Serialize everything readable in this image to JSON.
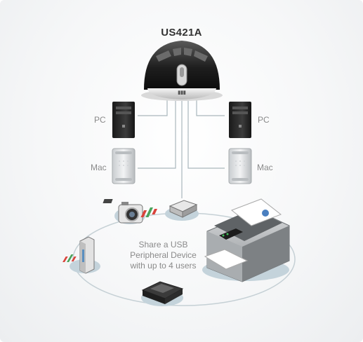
{
  "device": {
    "model": "US421A"
  },
  "computers": {
    "left_top": "PC",
    "left_bottom": "Mac",
    "right_top": "PC",
    "right_bottom": "Mac"
  },
  "description": {
    "line1": "Share a USB",
    "line2": "Peripheral Device",
    "line3": "with up to 4 users"
  },
  "peripherals": [
    "camera-icon",
    "card-reader-icon",
    "printer-icon",
    "hard-drive-icon",
    "external-drive-icon"
  ],
  "colors": {
    "line": "#aab7bd",
    "ring": "#c5d0d5",
    "pad": "#c4d3db",
    "label": "#8a8a8a"
  }
}
